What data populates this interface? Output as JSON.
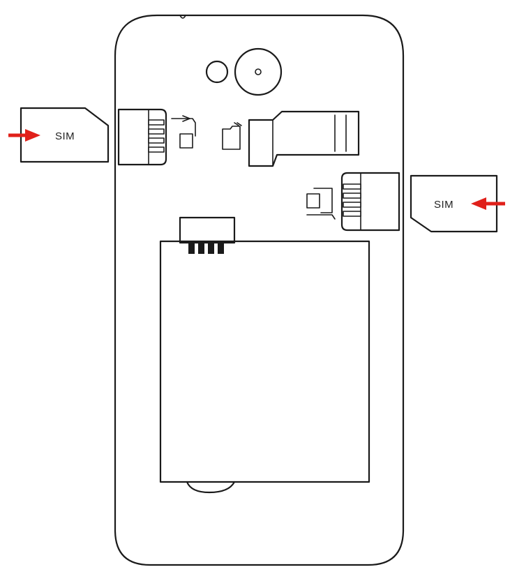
{
  "diagram": {
    "left_card": {
      "label": "SIM",
      "arrow_color": "#e0201a"
    },
    "right_card": {
      "label": "SIM",
      "arrow_color": "#e0201a"
    },
    "icons": [
      "sim-slot-icon",
      "microsd-card-icon",
      "camera-lens-icon",
      "flash-icon",
      "battery-compartment"
    ]
  }
}
